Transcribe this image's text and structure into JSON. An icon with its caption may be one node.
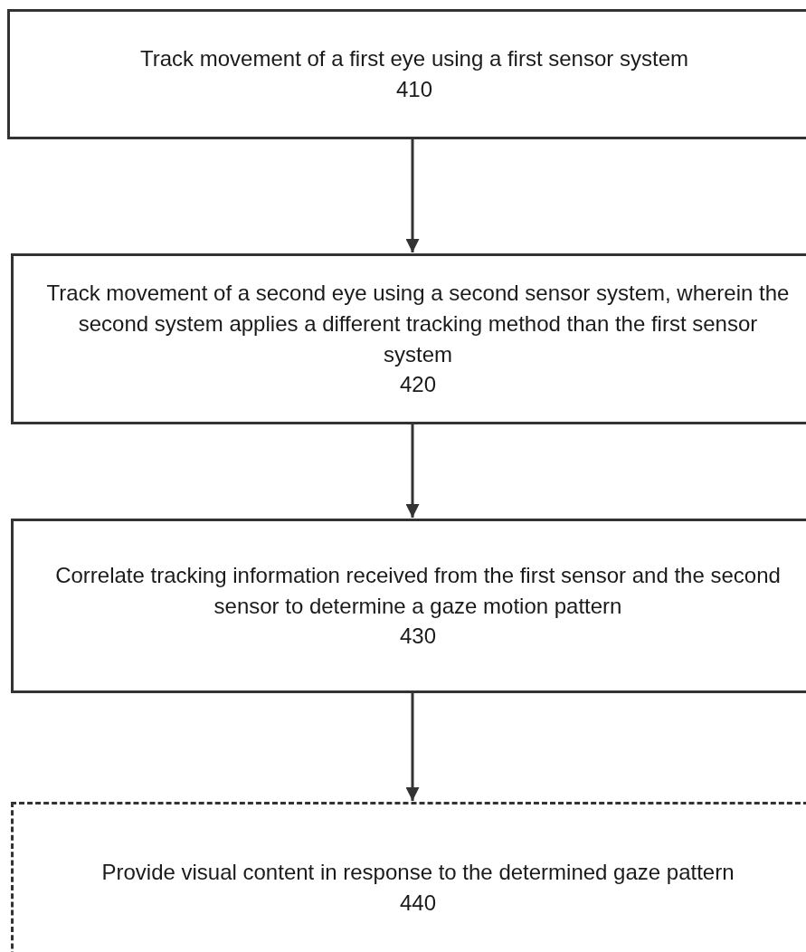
{
  "diagram": {
    "nodes": [
      {
        "text": [
          "Track movement of a first eye using a first sensor system",
          "410"
        ]
      },
      {
        "text": [
          "Track movement of a second eye using a second sensor system, wherein the second system applies a different tracking method than the first sensor system",
          "420"
        ]
      },
      {
        "text": [
          "Correlate tracking information received from the first sensor and the second sensor to determine a gaze motion pattern",
          "430"
        ]
      },
      {
        "text": [
          "Provide visual content in response to the determined gaze pattern",
          "440"
        ]
      }
    ],
    "edges": [
      {
        "from": 0,
        "to": 1,
        "arrow": "to"
      },
      {
        "from": 1,
        "to": 2,
        "arrow": "to"
      },
      {
        "from": 2,
        "to": 3,
        "arrow": "to"
      }
    ]
  }
}
